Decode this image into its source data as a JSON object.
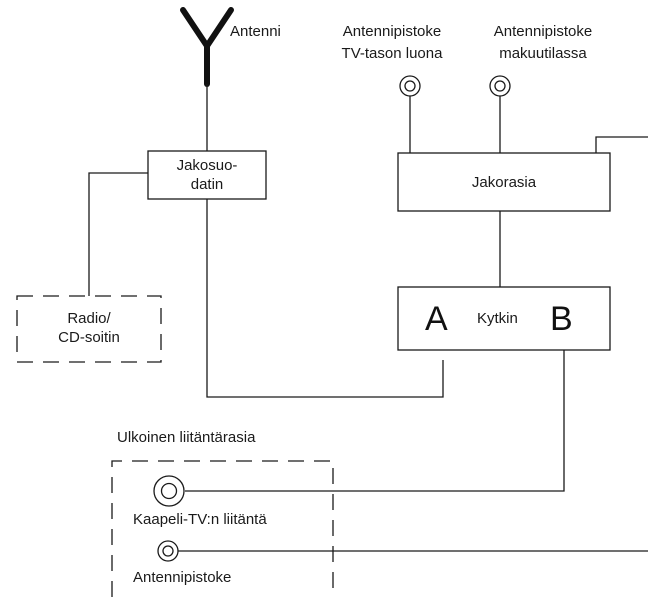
{
  "labels": {
    "antenna": "Antenni",
    "outlet_tv_line1": "Antennipistoke",
    "outlet_tv_line2": "TV-tason luona",
    "outlet_bedroom_line1": "Antennipistoke",
    "outlet_bedroom_line2": "makuutilassa",
    "splitter_line1": "Jakosuo-",
    "splitter_line2": "datin",
    "distribution_box": "Jakorasia",
    "radio_line1": "Radio/",
    "radio_line2": "CD-soitin",
    "switch": "Kytkin",
    "switch_input_a": "A",
    "switch_input_b": "B",
    "external_box": "Ulkoinen liitäntärasia",
    "cable_tv_connection": "Kaapeli-TV:n liitäntä",
    "antenna_outlet": "Antennipistoke"
  },
  "colors": {
    "line": "#1a1a1a",
    "background": "#ffffff"
  }
}
